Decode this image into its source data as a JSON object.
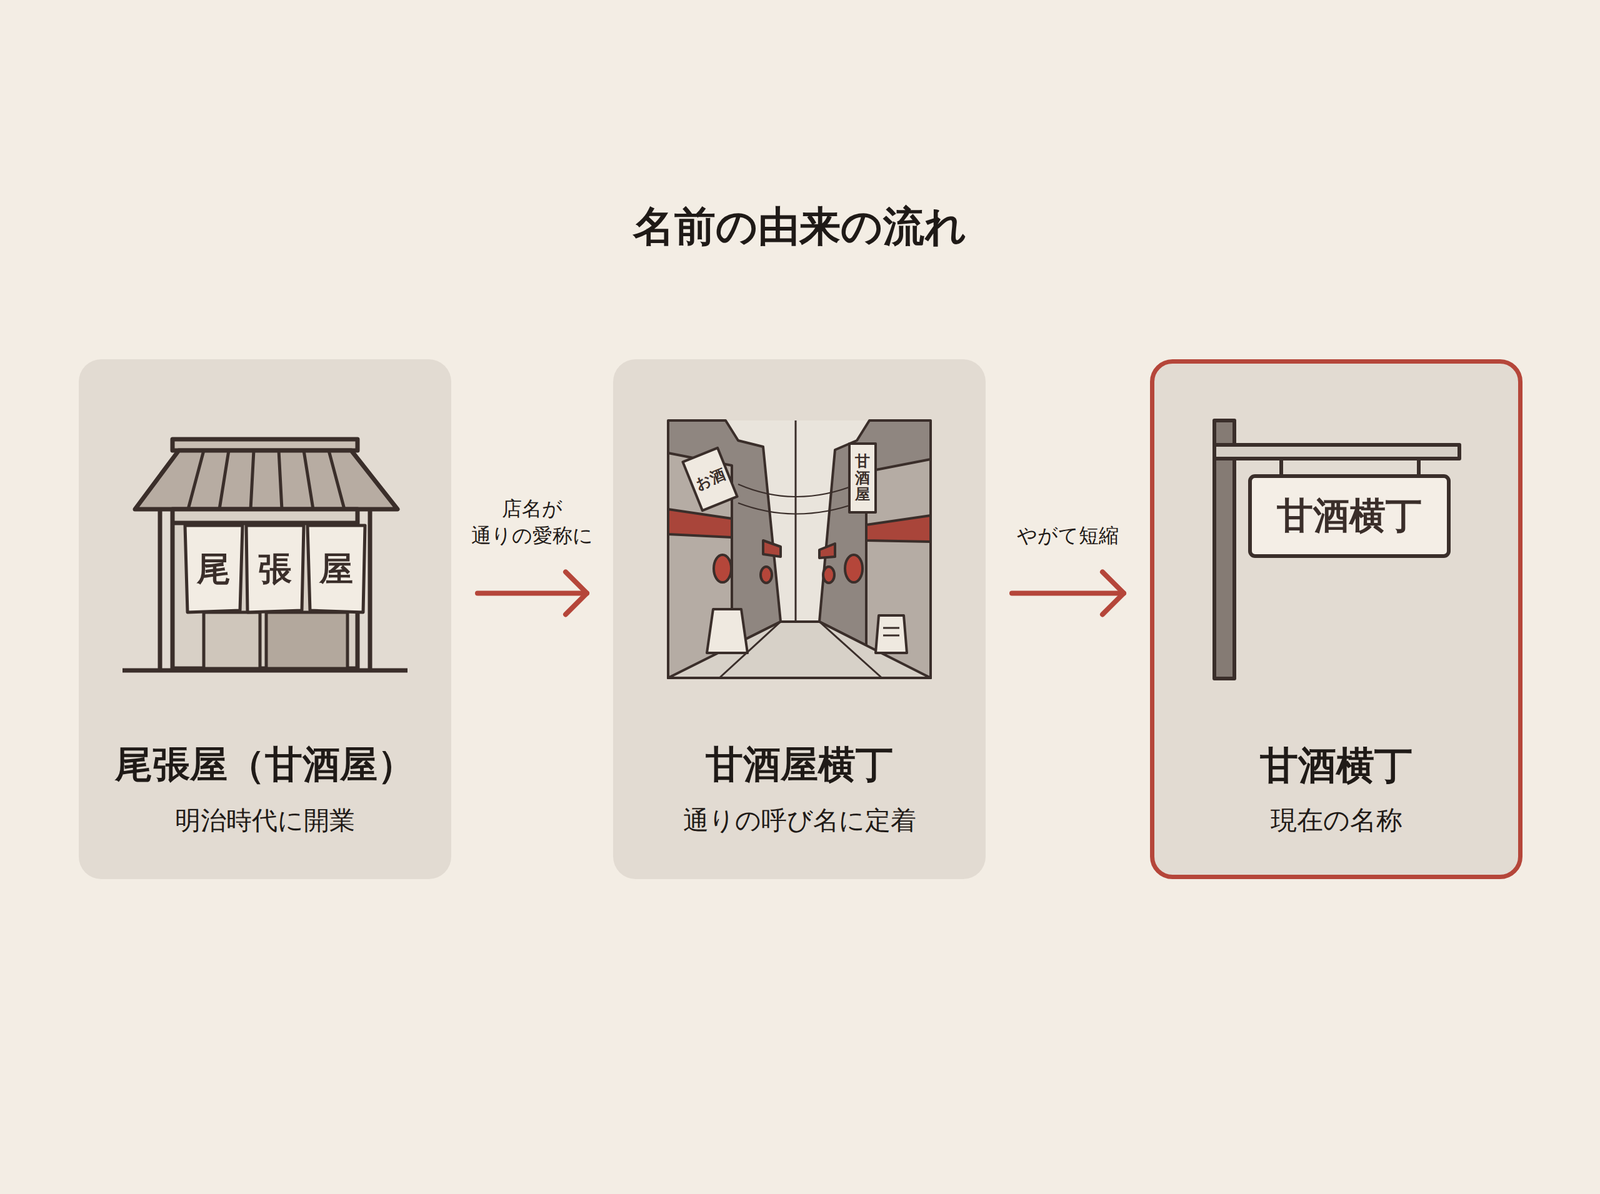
{
  "diagram": {
    "title": "名前の由来の流れ",
    "nodes": [
      {
        "text": [
          "尾張屋（甘酒屋）",
          "明治時代に開業"
        ]
      },
      {
        "text": [
          "甘酒屋横丁",
          "通りの呼び名に定着"
        ]
      },
      {
        "text": [
          "甘酒横丁",
          "現在の名称"
        ]
      }
    ],
    "edges": [
      {
        "from": 0,
        "to": 1,
        "arrow": "to",
        "label": "店名が 通りの愛称に"
      },
      {
        "from": 1,
        "to": 2,
        "arrow": "to",
        "label": "やがて短縮"
      }
    ],
    "labels": [
      "尾",
      "張",
      "屋",
      "お酒",
      "甘酒屋",
      "甘酒横丁"
    ]
  }
}
